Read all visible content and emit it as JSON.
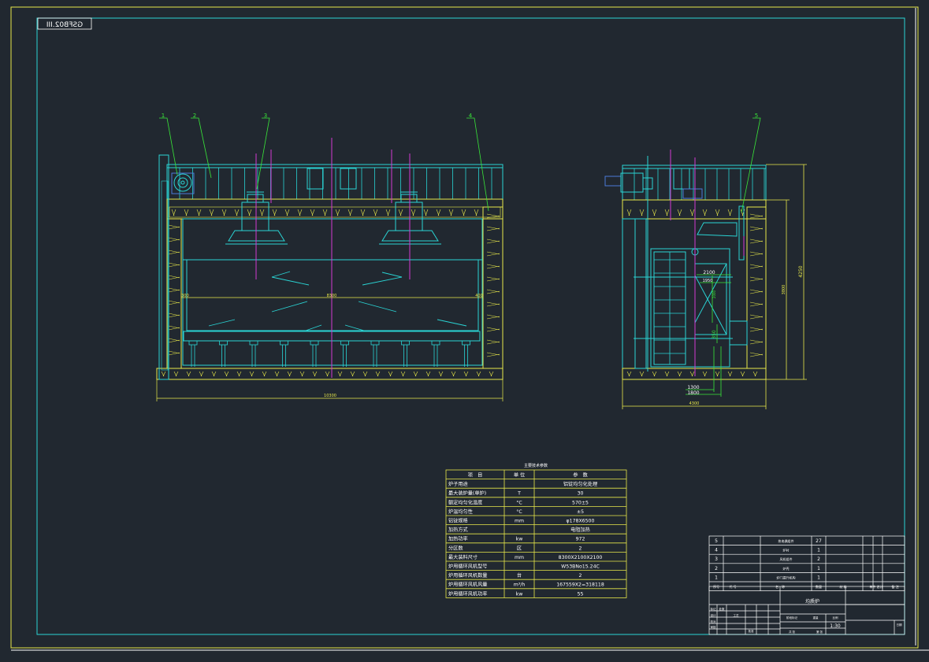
{
  "drawing_code": "GSFB02.III",
  "colors": {
    "background": "#212830",
    "cyan": "#2ad4d4",
    "yellow": "#e8e84a",
    "green": "#39e639",
    "magenta": "#d23ad2",
    "white": "#ffffff",
    "blue": "#4a7ad8"
  },
  "front_view": {
    "balloons": [
      "1",
      "2",
      "3",
      "4"
    ],
    "dims": {
      "inner_width": "8300",
      "left_offset": "300",
      "right_offset": "400",
      "overall_width": "10300"
    }
  },
  "side_view": {
    "balloons": [
      "5"
    ],
    "dims": {
      "d2100": "2100",
      "d1950": "1950",
      "d_vert_small": "2000",
      "d350": "350",
      "d1300": "1300",
      "d1800": "1800",
      "overall_width": "4300",
      "inner_height": "3800",
      "overall_height": "4250"
    }
  },
  "spec_table": {
    "title": "主要技术参数",
    "headers": [
      "项　目",
      "单 位",
      "参　数"
    ],
    "rows": [
      [
        "炉子用途",
        "",
        "铝锭均匀化处理"
      ],
      [
        "最大装炉量(单炉)",
        "T",
        "30"
      ],
      [
        "额定均匀化温度",
        "°C",
        "570±5"
      ],
      [
        "炉温均匀性",
        "°C",
        "±5"
      ],
      [
        "铝锭规格",
        "mm",
        "φ178X6500"
      ],
      [
        "加热方式",
        "",
        "电阻加热"
      ],
      [
        "加热功率",
        "kw",
        "972"
      ],
      [
        "分区数",
        "区",
        "2"
      ],
      [
        "最大装料尺寸",
        "mm",
        "8300X2100X2100"
      ],
      [
        "炉用循环风机型号",
        "",
        "W53BNo15.24C"
      ],
      [
        "炉用循环风机数量",
        "台",
        "2"
      ],
      [
        "炉用循环风机风量",
        "m³/h",
        "167559X2=318118"
      ],
      [
        "炉用循环风机功率",
        "kw",
        "55"
      ]
    ]
  },
  "parts_list": {
    "rows": [
      [
        "5",
        "热电偶组件",
        "",
        "27"
      ],
      [
        "4",
        "炉衬",
        "",
        "1"
      ],
      [
        "3",
        "风机组件",
        "",
        "2"
      ],
      [
        "2",
        "炉壳",
        "",
        "1"
      ],
      [
        "1",
        "炉门提升机构",
        "",
        "1"
      ]
    ],
    "headers": [
      "序号",
      "代 号",
      "名　称",
      "数量",
      "材 料",
      "单件 总计",
      "备 注"
    ]
  },
  "title_block": {
    "name": "均质炉",
    "scale": "1:30",
    "sign_rows": [
      "标记",
      "处数",
      "设计",
      "校对",
      "审核",
      "工艺"
    ],
    "labels": [
      "阶段标记",
      "重量",
      "比例",
      "共 张",
      "第 张",
      "批准",
      "日期"
    ]
  }
}
